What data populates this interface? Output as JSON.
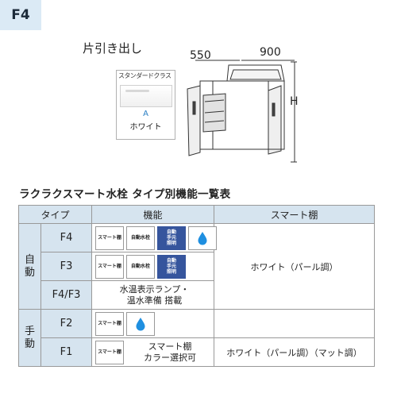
{
  "model_code": "F4",
  "door_type": "片引き出し",
  "swatch": {
    "class_label": "スタンダードクラス",
    "code": "A",
    "color": "ホワイト"
  },
  "dimensions": {
    "depth": "550",
    "width": "900",
    "height": "H"
  },
  "section_title": "ラクラクスマート水栓 タイプ別機能一覧表",
  "table": {
    "headers": {
      "type": "タイプ",
      "function": "機能",
      "shelf": "スマート棚"
    },
    "groups": {
      "auto": "自\n動",
      "manual": "手\n動"
    },
    "rows": [
      {
        "type": "F4",
        "icons": [
          "smart-shelf",
          "auto-water",
          "auto-hand",
          "water-drop"
        ]
      },
      {
        "type": "F3",
        "icons": [
          "smart-shelf",
          "auto-water",
          "auto-hand"
        ]
      },
      {
        "type": "F4/F3",
        "note": "水温表示ランプ・\n温水準備 搭載"
      },
      {
        "type": "F2",
        "icons": [
          "smart-shelf",
          "water-drop"
        ]
      },
      {
        "type": "F1",
        "icons": [
          "smart-shelf"
        ],
        "note": "スマート棚\nカラー選択可"
      }
    ],
    "shelf_colors": {
      "auto": "ホワイト（パール調）",
      "f2": "",
      "f1": "ホワイト（パール調）（マット調）"
    },
    "icon_labels": {
      "smart_shelf": "スマート棚",
      "auto_water": "自動水栓",
      "auto_hand": "自動\n手元\n照明"
    }
  },
  "colors": {
    "header_bg": "#d6e4ef",
    "badge_bg": "#dbeaf5",
    "icon_blue": "#36559d",
    "drop_blue": "#1f8fe0",
    "swatch_code": "#2a7fc4"
  }
}
